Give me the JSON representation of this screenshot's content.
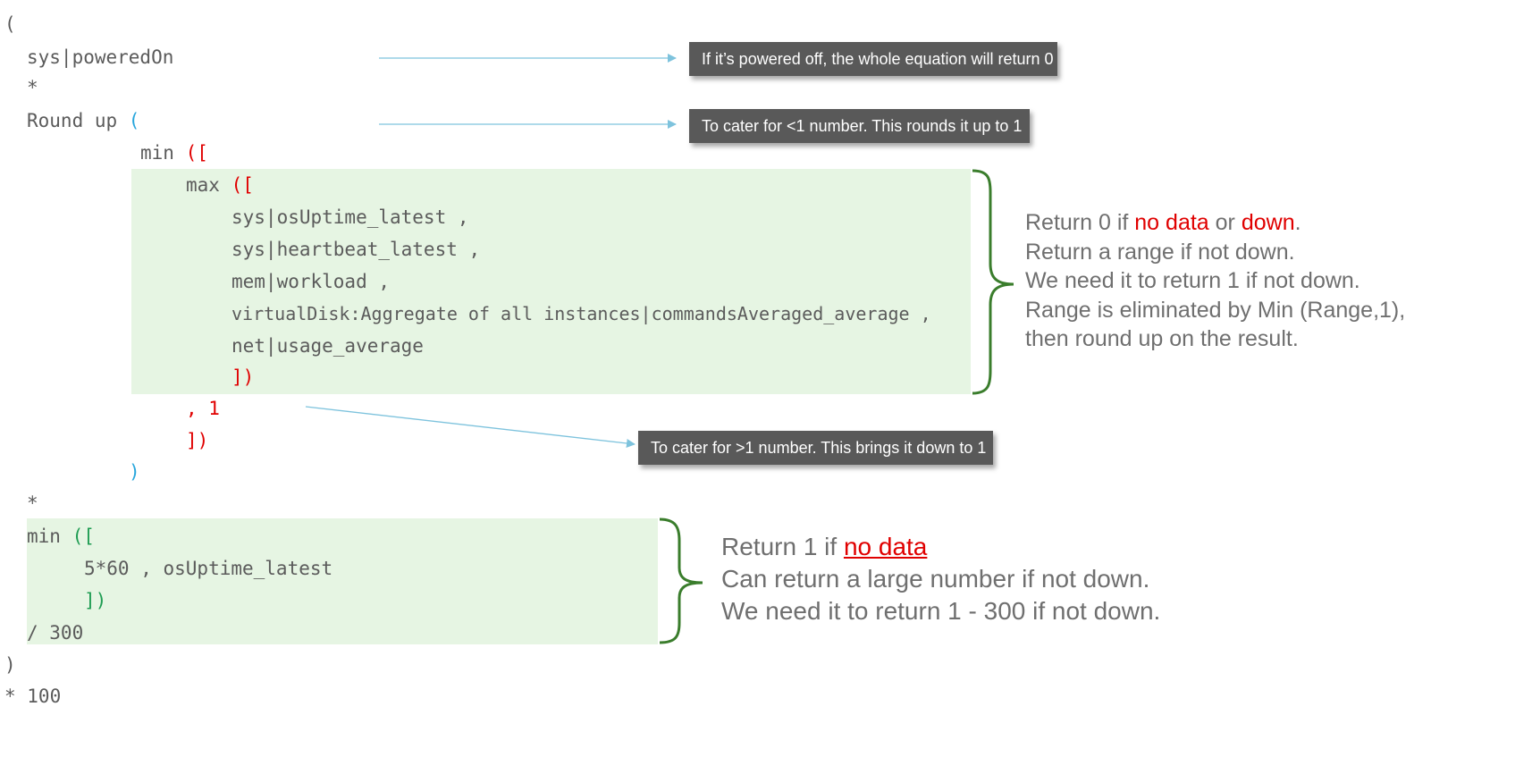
{
  "code": {
    "open_paren": "(",
    "powered_on": "sys|poweredOn",
    "multiply_1": "*",
    "round_up": "Round up ",
    "round_up_paren": "(",
    "min_kw": "min ",
    "min_bracket": "([",
    "max_kw": "max ",
    "max_bracket": "([",
    "metric_1": "sys|osUptime_latest ,",
    "metric_2": "sys|heartbeat_latest ,",
    "metric_3": "mem|workload ,",
    "metric_4": "virtualDisk:Aggregate of all instances|commandsAveraged_average ,",
    "metric_5": "net|usage_average",
    "max_close": "])",
    "min_second_arg": ", 1",
    "min_close": "])",
    "round_close": ")",
    "multiply_2": "*",
    "min2_kw": "min ",
    "min2_bracket": "([",
    "min2_args": "5*60 , osUptime_latest",
    "min2_close": "])",
    "divide": "/ 300",
    "close_paren": ")",
    "times_100": "* 100"
  },
  "callouts": {
    "powered_off": "If it’s powered off, the whole equation will return 0",
    "round_up": "To cater for <1 number. This rounds it up to 1",
    "bring_down": "To cater for >1 number. This brings it down to 1"
  },
  "note_top": {
    "l1_a": "Return 0 if ",
    "l1_b": "no data",
    "l1_c": " or ",
    "l1_d": "down",
    "l1_e": ".",
    "l2": "Return a range if not down.",
    "l3": "We need it to return 1 if not down.",
    "l4": "Range is eliminated by Min (Range,1),",
    "l5": "then round up on the result."
  },
  "note_bottom": {
    "l1_a": "Return 1 if ",
    "l1_b": "no data",
    "l2": "Can return a large number if not down.",
    "l3": "We need it to return 1 - 300 if not down."
  },
  "colors": {
    "operator_red": "#e00000",
    "round_paren_blue": "#28a6dc",
    "min_bracket_green": "#1e9c52",
    "highlight_green": "#e6f5e3",
    "brace_green": "#3a7d2c",
    "callout_bg": "#595959",
    "arrow_blue": "#7ec3dd"
  }
}
